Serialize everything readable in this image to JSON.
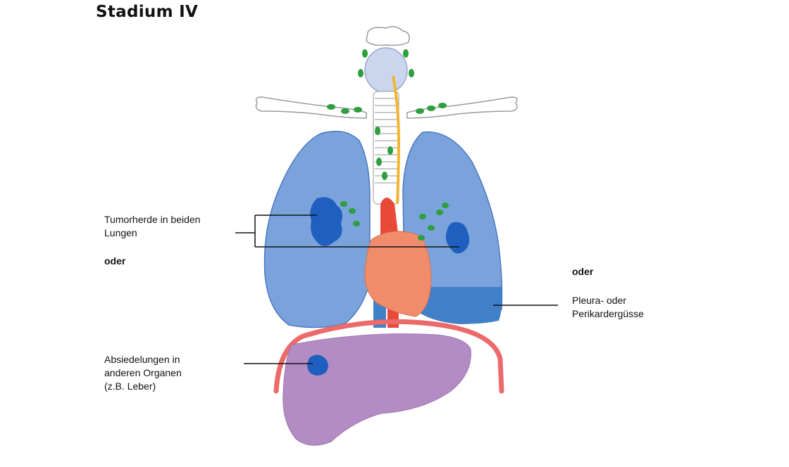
{
  "title": "Stadium IV",
  "labels": {
    "lung_tumors": "Tumorherde in beiden\nLungen",
    "oder_left": "oder",
    "oder_right": "oder",
    "effusion": "Pleura- oder\nPerikardergüsse",
    "metastases": "Absiedelungen in\nanderen Organen\n(z.B. Leber)"
  },
  "colors": {
    "lung": "#7aa3dc",
    "lung_stroke": "#4a78c0",
    "effusion": "#3f80c8",
    "tumor": "#1f5fbf",
    "lymph_node": "#2e9e3e",
    "heart": "#f08c6c",
    "aorta": "#e84a3a",
    "liver": "#b48cc4",
    "diaphragm": "#ec6a6a",
    "nerve": "#f2b632",
    "bone_stroke": "#9a9a9a"
  }
}
